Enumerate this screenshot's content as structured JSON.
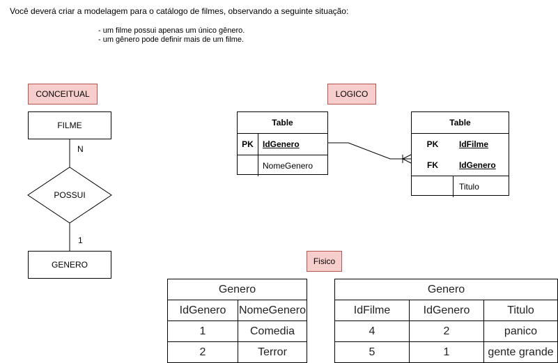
{
  "instructions": {
    "intro": "Você deverá criar a modelagem para o catálogo de filmes, observando a seguinte situação:",
    "rule1": "- um filme possui apenas um único gênero.",
    "rule2": "- um gênero pode definir mais de um filme."
  },
  "conceptual": {
    "label": "CONCEITUAL",
    "entity_top": "FILME",
    "relationship": "POSSUI",
    "entity_bottom": "GENERO",
    "card_top": "N",
    "card_bottom": "1"
  },
  "logical": {
    "label": "LOGICO",
    "table_left": {
      "title": "Table",
      "rows": [
        {
          "key": "PK",
          "field": "IdGenero"
        },
        {
          "key": "",
          "field": "NomeGenero"
        }
      ]
    },
    "table_right": {
      "title": "Table",
      "rows": [
        {
          "key": "PK",
          "field": "IdFilme"
        },
        {
          "key": "FK",
          "field": "IdGenero"
        },
        {
          "key": "",
          "field": "Titulo"
        }
      ]
    }
  },
  "physical": {
    "label": "Fisico",
    "table_left": {
      "title": "Genero",
      "headers": [
        "IdGenero",
        "NomeGenero"
      ],
      "rows": [
        [
          "1",
          "Comedia"
        ],
        [
          "2",
          "Terror"
        ]
      ]
    },
    "table_right": {
      "title": "Genero",
      "headers": [
        "IdFilme",
        "IdGenero",
        "Titulo"
      ],
      "rows": [
        [
          "4",
          "2",
          "panico"
        ],
        [
          "5",
          "1",
          "gente grande"
        ]
      ]
    }
  },
  "colors": {
    "label_fill": "#f8cecc",
    "label_border": "#b85450"
  }
}
